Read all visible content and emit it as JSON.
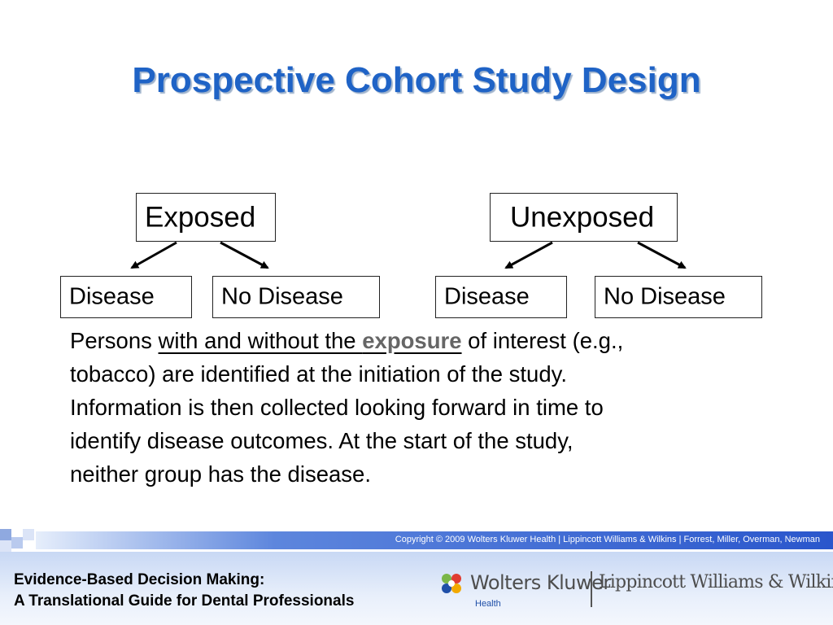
{
  "slide": {
    "title": "Prospective Cohort Study Design"
  },
  "diagram": {
    "groups": [
      {
        "label": "Exposed",
        "outcomes": [
          "Disease",
          "No Disease"
        ]
      },
      {
        "label": "Unexposed",
        "outcomes": [
          "Disease",
          "No Disease"
        ]
      }
    ]
  },
  "body": {
    "line1_a": "Persons ",
    "line1_u1": "with and without the ",
    "line1_exposure": "exposure",
    "line1_b": " of interest (e.g.,",
    "line2": "tobacco) are identified at the initiation of the study.",
    "line3": "Information is then collected looking forward in time to",
    "line4": "identify disease outcomes. At the start of the study,",
    "line5": "neither group has the disease."
  },
  "footer": {
    "copyright": "Copyright © 2009 Wolters Kluwer Health | Lippincott Williams & Wilkins | Forrest, Miller, Overman, Newman",
    "book_line1": "Evidence-Based Decision Making:",
    "book_line2": "A Translational Guide for Dental Professionals",
    "logo_wk": "Wolters Kluwer",
    "logo_health": "Health",
    "logo_lww": "Lippincott Williams & Wilkins"
  },
  "colors": {
    "title": "#1f63c6",
    "footer_bar": "#2a56cc"
  }
}
